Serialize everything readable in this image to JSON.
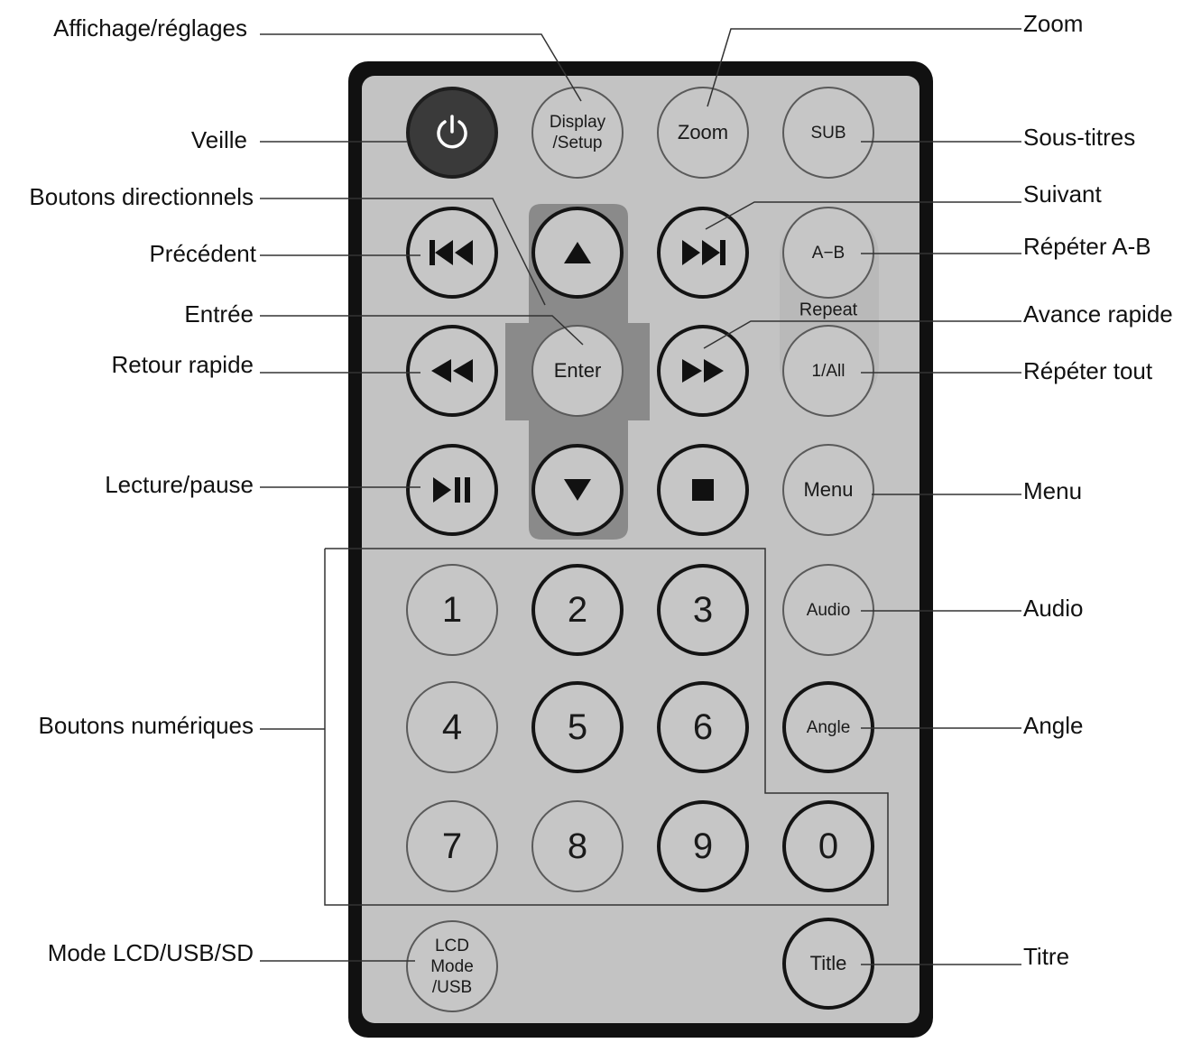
{
  "remote": {
    "buttons": {
      "power": "",
      "display_setup": [
        "Display",
        "/Setup"
      ],
      "zoom": "Zoom",
      "sub": "SUB",
      "prev": "",
      "up": "",
      "next": "",
      "ab": "A−B",
      "repeat_label": "Repeat",
      "rewind": "",
      "enter": "Enter",
      "ffwd": "",
      "repeat_all": "1/All",
      "play_pause": "",
      "down": "",
      "stop": "",
      "menu": "Menu",
      "audio": "Audio",
      "angle": "Angle",
      "title": "Title",
      "lcd_mode": [
        "LCD",
        "Mode",
        "/USB"
      ],
      "digits": [
        "1",
        "2",
        "3",
        "4",
        "5",
        "6",
        "7",
        "8",
        "9",
        "0"
      ]
    },
    "icons": {
      "power": "power-icon",
      "prev": "skip-previous-icon",
      "next": "skip-next-icon",
      "up": "arrow-up-icon",
      "down": "arrow-down-icon",
      "rewind": "rewind-icon",
      "ffwd": "fast-forward-icon",
      "play_pause": "play-pause-icon",
      "stop": "stop-icon"
    },
    "colors": {
      "body": "#111111",
      "face": "#c3c3c3",
      "dpad": "#8a8a8a",
      "button": "#c6c6c6",
      "power": "#3a3a3a"
    }
  },
  "callouts": {
    "affichage": "Affichage/réglages",
    "veille": "Veille",
    "directionnels": "Boutons directionnels",
    "precedent": "Précédent",
    "entree": "Entrée",
    "retour": "Retour rapide",
    "lecture": "Lecture/pause",
    "numeriques": "Boutons numériques",
    "lcd": "Mode LCD/USB/SD",
    "zoom": "Zoom",
    "soustitres": "Sous-titres",
    "suivant": "Suivant",
    "repeter_ab": "Répéter A-B",
    "avance": "Avance rapide",
    "repeter_tout": "Répéter tout",
    "menu": "Menu",
    "audio": "Audio",
    "angle": "Angle",
    "titre": "Titre"
  }
}
